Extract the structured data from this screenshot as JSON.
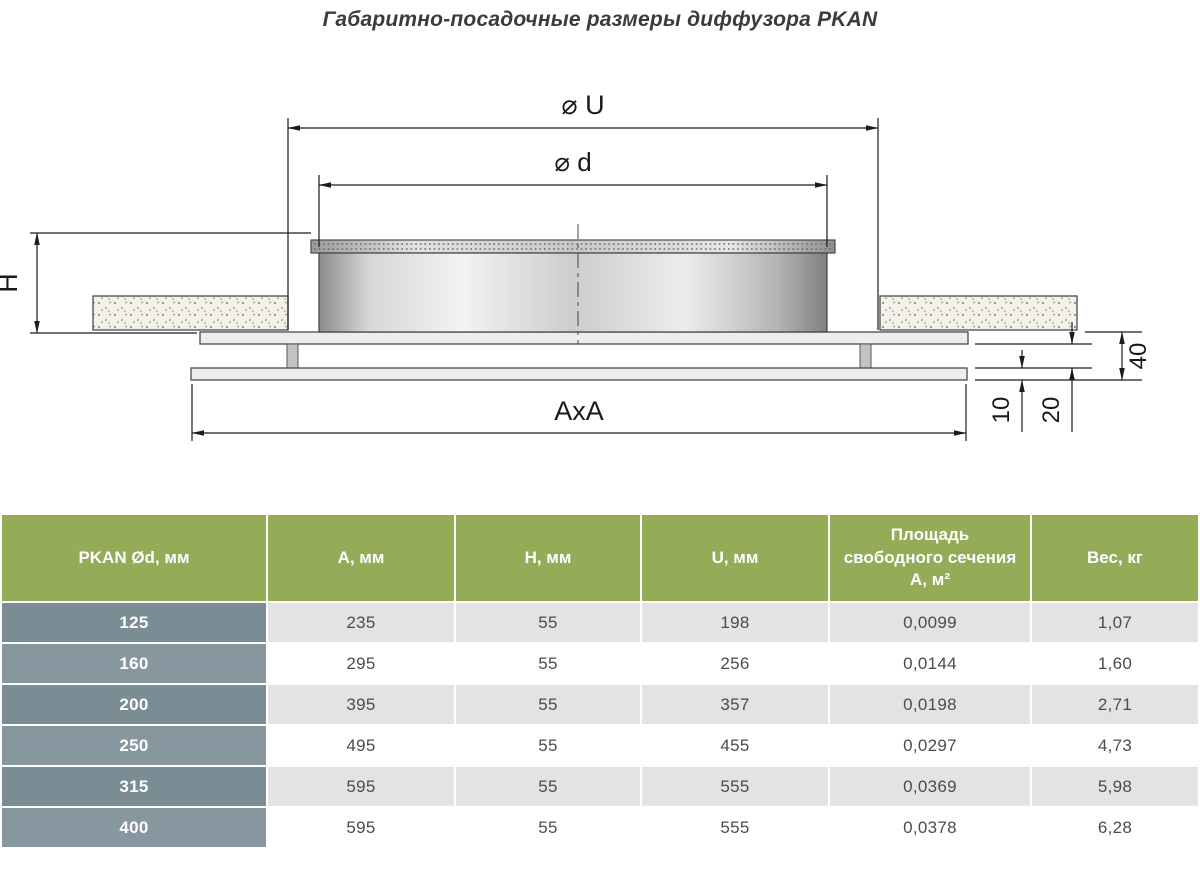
{
  "title": "Габаритно-посадочные размеры диффузора PKAN",
  "diagram": {
    "labels": {
      "u": "⌀ U",
      "d": "⌀ d",
      "h": "H",
      "axa": "AxA",
      "v40": "40",
      "v20": "20",
      "v10": "10"
    }
  },
  "table": {
    "headers": {
      "diameter": "PKAN Ød, мм",
      "a": "A, мм",
      "h": "H, мм",
      "u": "U, мм",
      "area": "Площадь свободного сечения A, м²",
      "weight": "Вес, кг"
    },
    "rows": [
      {
        "d": "125",
        "a": "235",
        "h": "55",
        "u": "198",
        "area": "0,0099",
        "weight": "1,07"
      },
      {
        "d": "160",
        "a": "295",
        "h": "55",
        "u": "256",
        "area": "0,0144",
        "weight": "1,60"
      },
      {
        "d": "200",
        "a": "395",
        "h": "55",
        "u": "357",
        "area": "0,0198",
        "weight": "2,71"
      },
      {
        "d": "250",
        "a": "495",
        "h": "55",
        "u": "455",
        "area": "0,0297",
        "weight": "4,73"
      },
      {
        "d": "315",
        "a": "595",
        "h": "55",
        "u": "555",
        "area": "0,0369",
        "weight": "5,98"
      },
      {
        "d": "400",
        "a": "595",
        "h": "55",
        "u": "555",
        "area": "0,0378",
        "weight": "6,28"
      }
    ]
  },
  "colors": {
    "header_green": "#94ab57",
    "first_col_dark": "#7a8c94",
    "first_col_light": "#87979f",
    "row_gray": "#e3e3e3",
    "row_white": "#ffffff",
    "line_color": "#1c1c1c"
  }
}
